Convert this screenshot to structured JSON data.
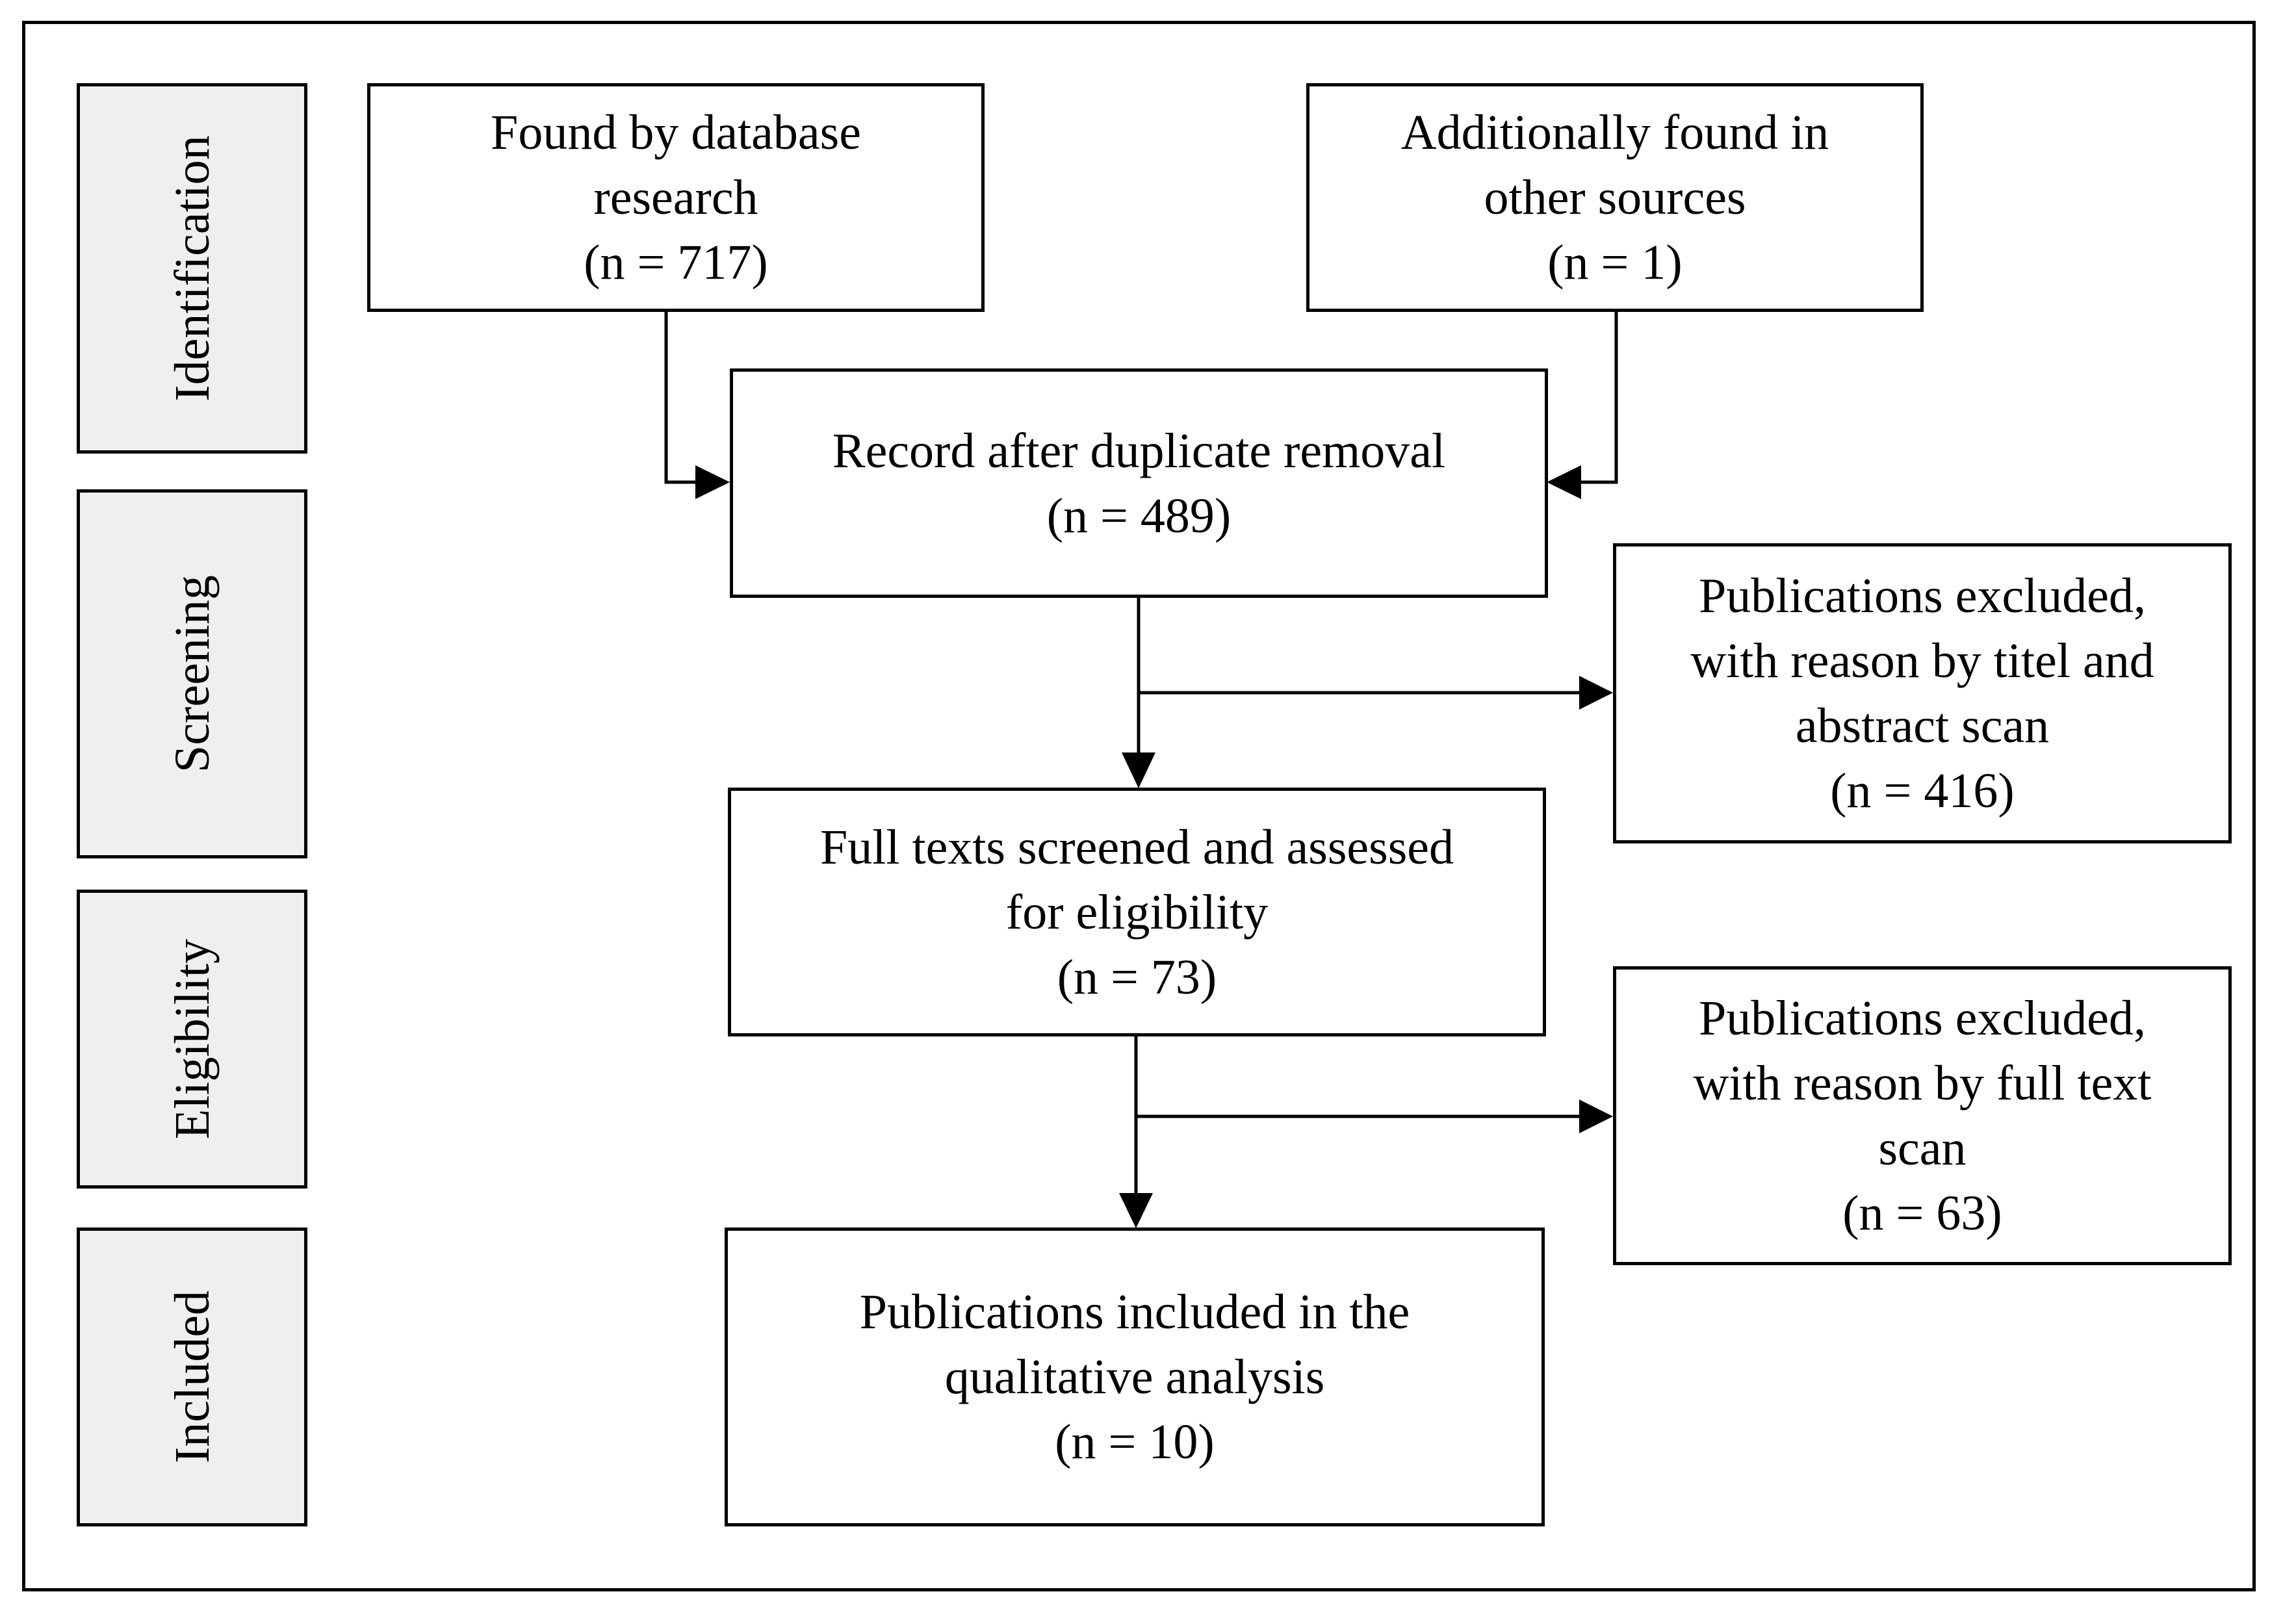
{
  "stages": {
    "identification": "Identification",
    "screening": "Screening",
    "eligibility": "Eligibility",
    "included": "Included"
  },
  "boxes": {
    "database": {
      "lines": [
        "Found by database",
        "research"
      ],
      "count": "(n = 717)"
    },
    "other_sources": {
      "lines": [
        "Additionally found in",
        "other sources"
      ],
      "count": "(n = 1)"
    },
    "duplicates_removed": {
      "lines": [
        "Record after duplicate removal"
      ],
      "count": "(n = 489)"
    },
    "excluded_title_abstract": {
      "lines": [
        "Publications excluded,",
        "with reason by titel and",
        "abstract scan"
      ],
      "count": "(n = 416)"
    },
    "full_text_assessed": {
      "lines": [
        "Full texts screened and assessed",
        "for eligibility"
      ],
      "count": "(n = 73)"
    },
    "excluded_full_text": {
      "lines": [
        "Publications excluded,",
        "with reason by full text",
        "scan"
      ],
      "count": "(n = 63)"
    },
    "included_analysis": {
      "lines": [
        "Publications included in the",
        "qualitative analysis"
      ],
      "count": "(n = 10)"
    }
  },
  "colors": {
    "stage_fill": "#efefef",
    "line": "#000000"
  }
}
